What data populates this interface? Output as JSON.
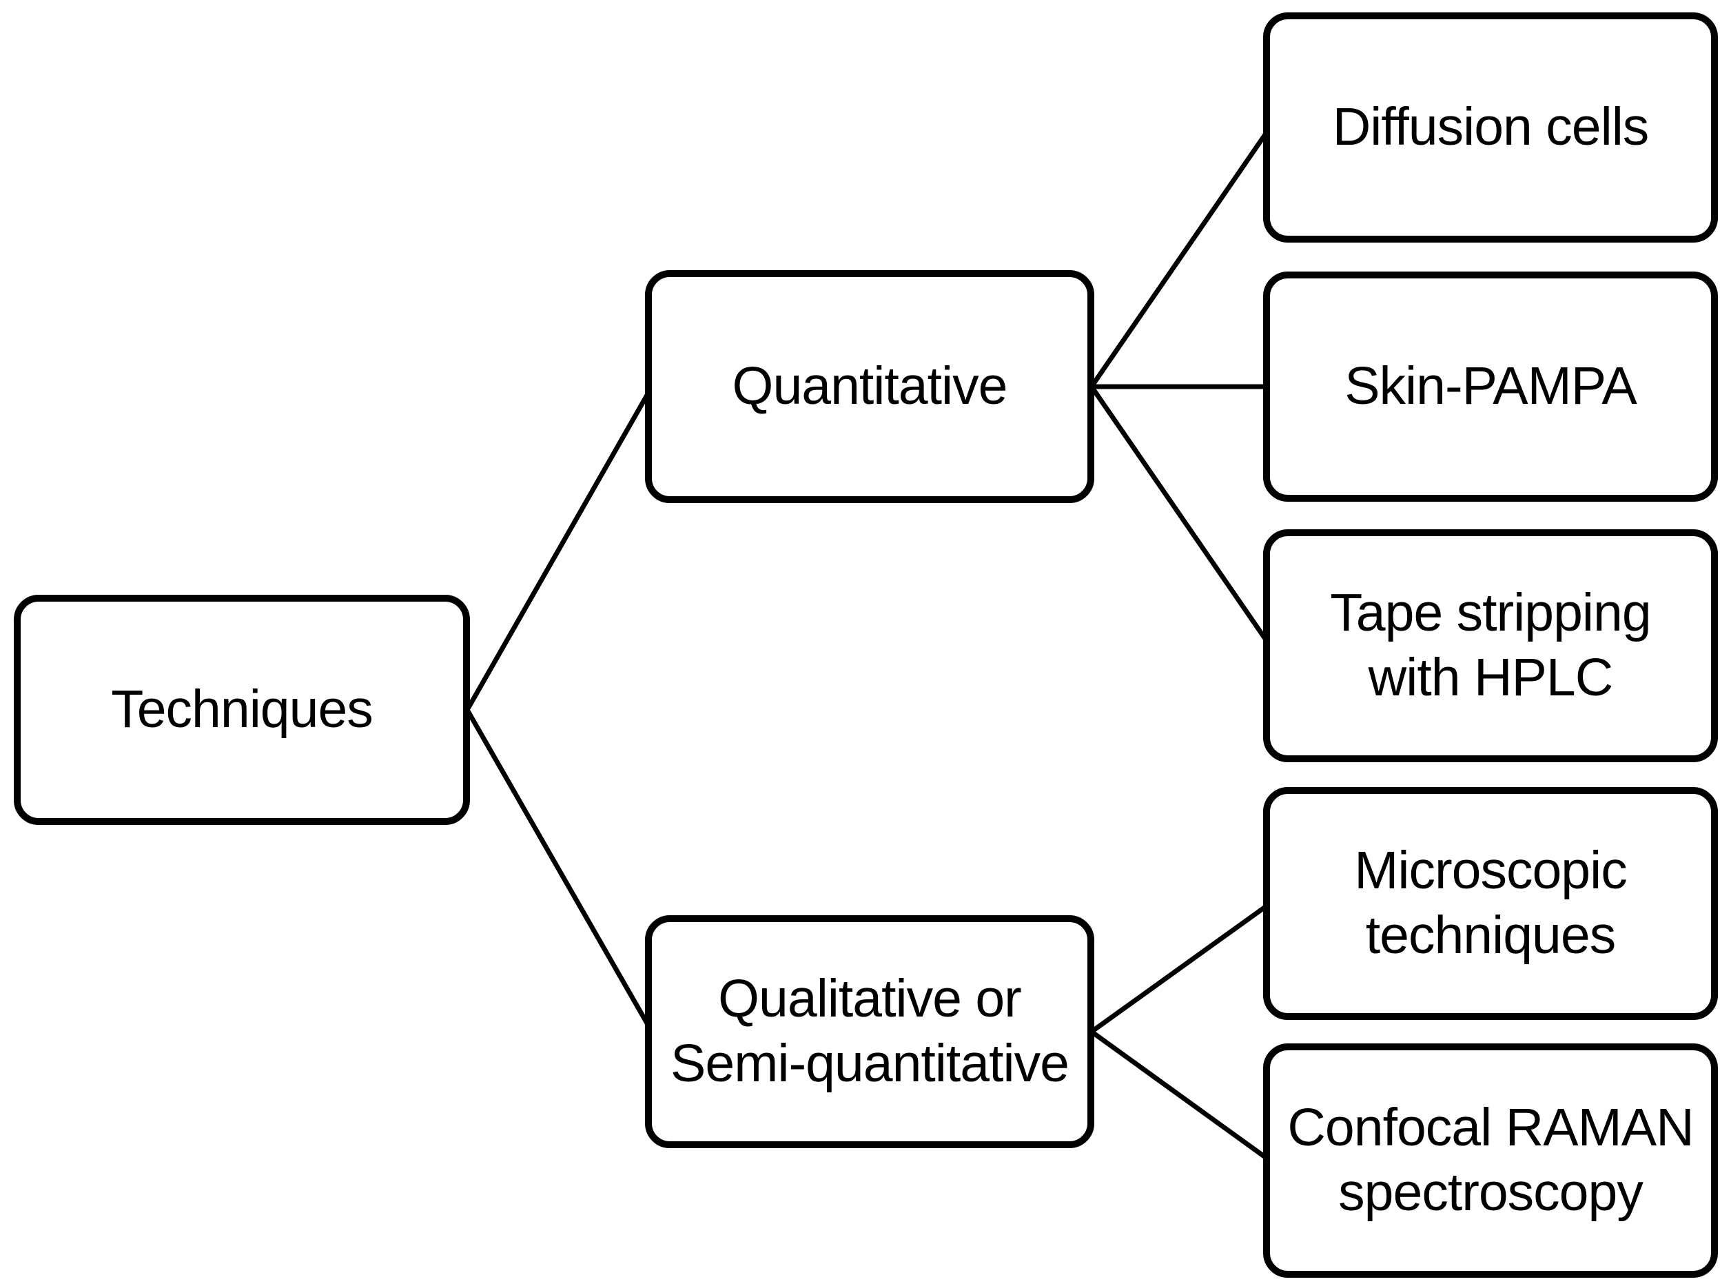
{
  "background_color": "#ffffff",
  "styles": {
    "box_border_color": "#000000",
    "box_fill_color": "#ffffff",
    "text_color": "#000000",
    "connector_color": "#000000"
  },
  "diagram": {
    "type": "tree-flowchart",
    "orientation": "left-to-right",
    "nodes": {
      "techniques": {
        "label": "Techniques"
      },
      "quantitative": {
        "label": "Quantitative"
      },
      "qualitative": {
        "label": "Qualitative or\nSemi-quantitative"
      },
      "diffusion_cells": {
        "label": "Diffusion cells"
      },
      "skin_pampa": {
        "label": "Skin-PAMPA"
      },
      "tape_stripping": {
        "label": "Tape stripping\nwith HPLC"
      },
      "microscopic": {
        "label": "Microscopic\ntechniques"
      },
      "confocal_raman": {
        "label": "Confocal RAMAN\nspectroscopy"
      }
    },
    "edges": [
      {
        "from": "Techniques",
        "to": "Quantitative"
      },
      {
        "from": "Techniques",
        "to": "Qualitative or Semi-quantitative"
      },
      {
        "from": "Quantitative",
        "to": "Diffusion cells"
      },
      {
        "from": "Quantitative",
        "to": "Skin-PAMPA"
      },
      {
        "from": "Quantitative",
        "to": "Tape stripping with HPLC"
      },
      {
        "from": "Qualitative or Semi-quantitative",
        "to": "Microscopic techniques"
      },
      {
        "from": "Qualitative or Semi-quantitative",
        "to": "Confocal RAMAN spectroscopy"
      }
    ]
  }
}
